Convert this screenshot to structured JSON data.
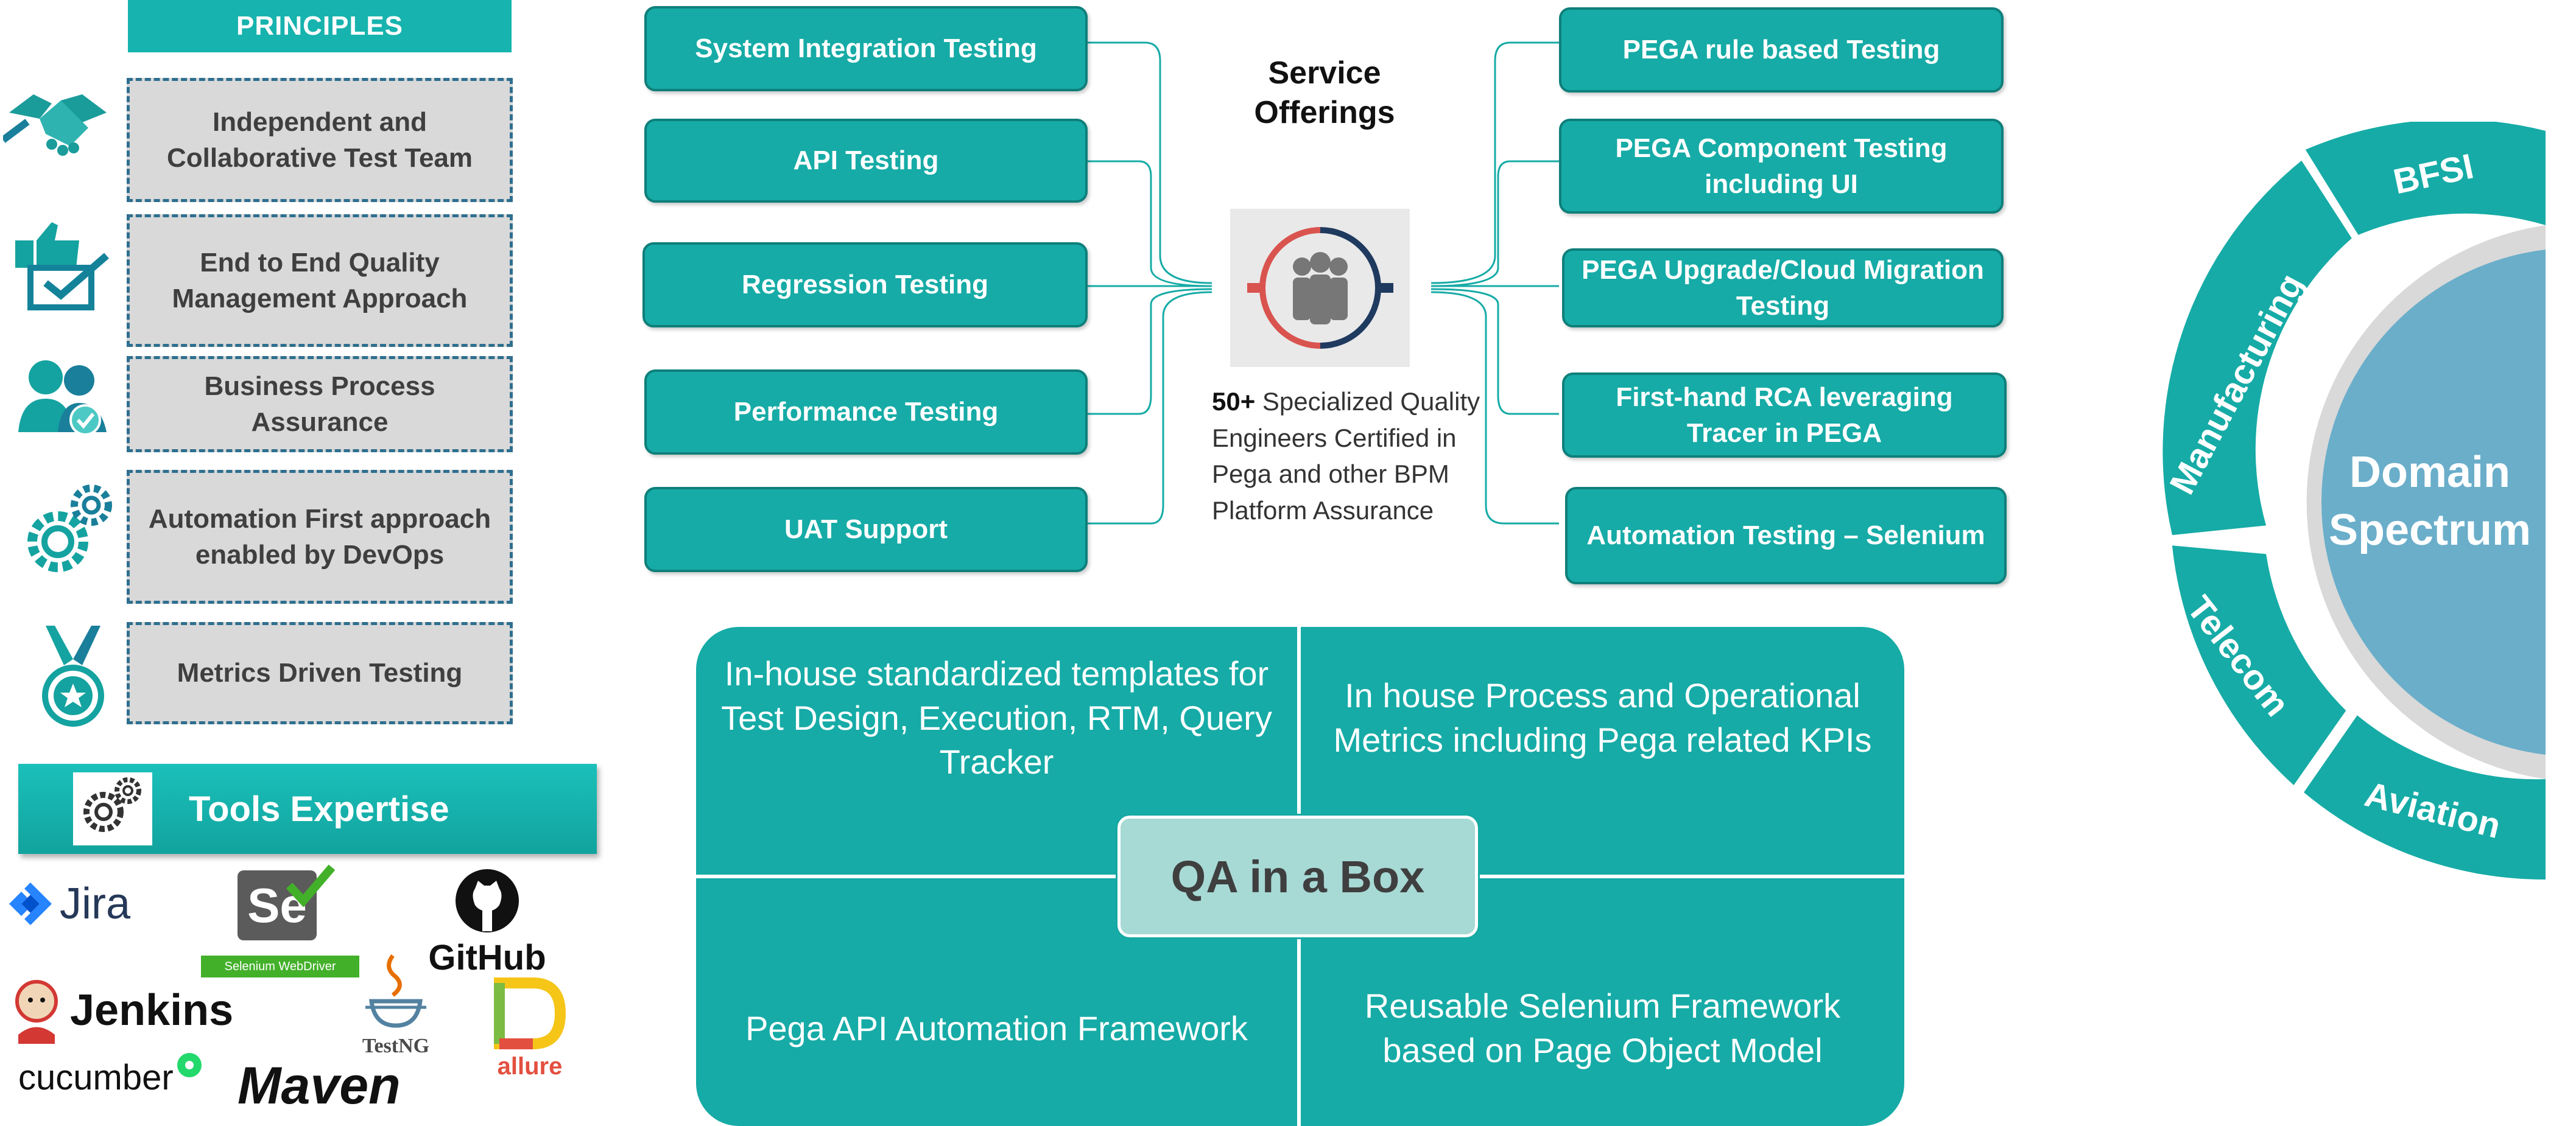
{
  "principles": {
    "header": "PRINCIPLES",
    "items": [
      {
        "label": "Independent  and Collaborative Test Team",
        "icon": "handshake-icon"
      },
      {
        "label": "End to End  Quality Management Approach",
        "icon": "thumbs-up-checkbox-icon"
      },
      {
        "label": "Business Process Assurance",
        "icon": "people-check-icon"
      },
      {
        "label": "Automation First approach enabled by DevOps",
        "icon": "gears-icon"
      },
      {
        "label": "Metrics Driven Testing",
        "icon": "medal-icon"
      }
    ]
  },
  "tools": {
    "title": "Tools Expertise",
    "icon": "gears-icon",
    "logos": {
      "jira": "Jira",
      "selenium_symbol": "Se",
      "selenium": "Selenium WebDriver",
      "github": "GitHub",
      "jenkins": "Jenkins",
      "testng": "TestNG",
      "allure": "allure",
      "cucumber": "cucumber",
      "maven": "Maven"
    }
  },
  "service_offerings": {
    "title_line1": "Service",
    "title_line2": "Offerings",
    "left": [
      "System Integration Testing",
      "API Testing",
      "Regression Testing",
      "Performance Testing",
      "UAT Support"
    ],
    "right": [
      "PEGA rule based Testing",
      "PEGA Component Testing including UI",
      "PEGA Upgrade/Cloud Migration Testing",
      "First-hand RCA leveraging Tracer in PEGA",
      "Automation Testing – Selenium"
    ],
    "engineers_count": "50+",
    "engineers_text": "Specialized Quality Engineers Certified in Pega and other BPM Platform Assurance",
    "hub_icon": "team-icon"
  },
  "qa_box": {
    "center": "QA in a Box",
    "top_left": "In-house standardized templates for Test Design, Execution, RTM, Query Tracker",
    "top_right": "In house Process and Operational Metrics including Pega related KPIs",
    "bottom_left": "Pega API Automation Framework",
    "bottom_right": "Reusable Selenium Framework based on Page Object Model"
  },
  "domain": {
    "center_line1": "Domain",
    "center_line2": "Spectrum",
    "segments": [
      "BFSI",
      "Manufacturing",
      "Telecom",
      "Aviation"
    ],
    "colors": {
      "ring": "#16aba6",
      "center": "#6aaeca"
    }
  }
}
